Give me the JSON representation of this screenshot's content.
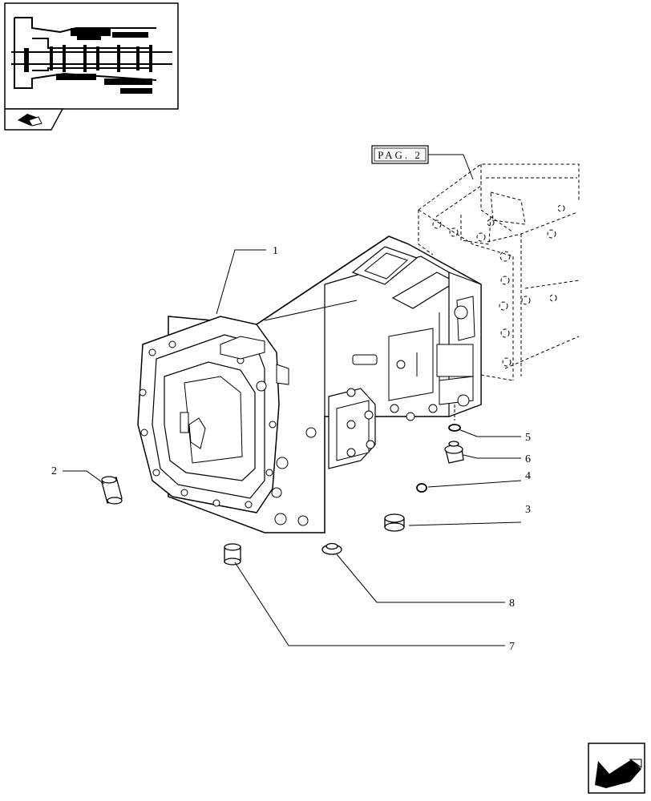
{
  "reference_box": {
    "label": "PAG. 2"
  },
  "callouts": [
    {
      "id": "1",
      "label": "1"
    },
    {
      "id": "2",
      "label": "2"
    },
    {
      "id": "3",
      "label": "3"
    },
    {
      "id": "4",
      "label": "4"
    },
    {
      "id": "5",
      "label": "5"
    },
    {
      "id": "6",
      "label": "6"
    },
    {
      "id": "7",
      "label": "7"
    },
    {
      "id": "8",
      "label": "8"
    }
  ],
  "icons": {
    "thumbnail_badge": "book-arrow-icon",
    "next_page": "next-page-arrow-icon"
  }
}
